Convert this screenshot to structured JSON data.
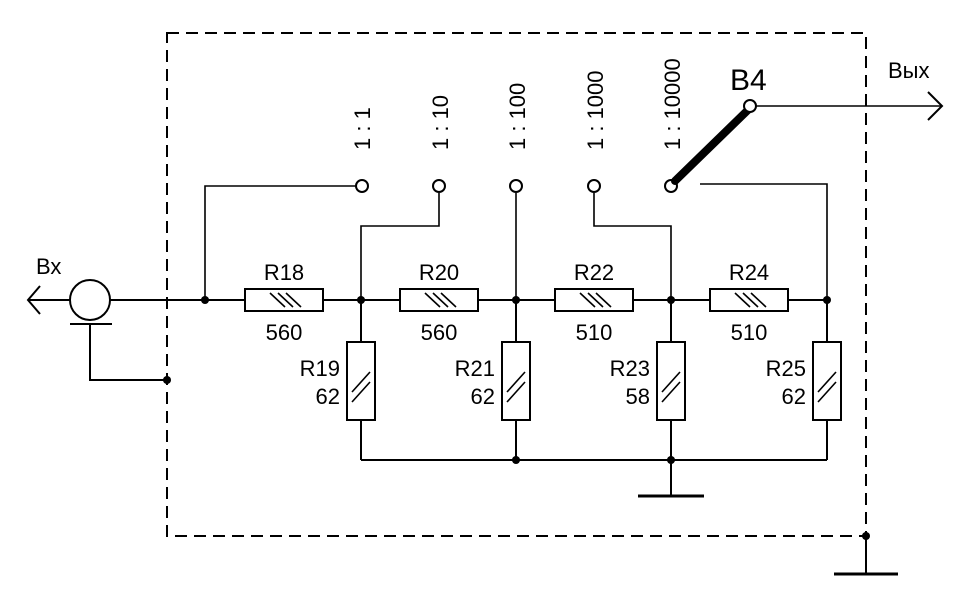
{
  "labels": {
    "input": "Вх",
    "output": "Вых",
    "switch": "В4"
  },
  "ratios": [
    "1 : 1",
    "1 : 10",
    "1 : 100",
    "1 : 1000",
    "1 : 10000"
  ],
  "series_resistors": [
    {
      "name": "R18",
      "value": "560"
    },
    {
      "name": "R20",
      "value": "560"
    },
    {
      "name": "R22",
      "value": "510"
    },
    {
      "name": "R24",
      "value": "510"
    }
  ],
  "shunt_resistors": [
    {
      "name": "R19",
      "value": "62"
    },
    {
      "name": "R21",
      "value": "62"
    },
    {
      "name": "R23",
      "value": "58"
    },
    {
      "name": "R25",
      "value": "62"
    }
  ]
}
